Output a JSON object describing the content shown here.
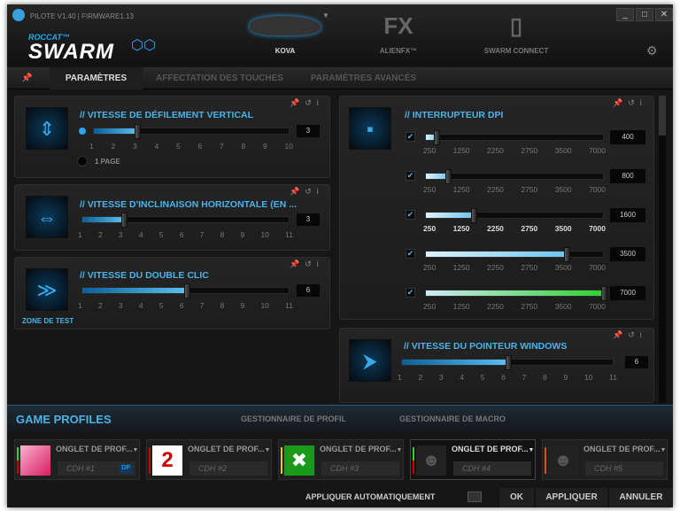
{
  "header": {
    "version": "PILOTE V1.40 | FIRMWARE1.13",
    "logo_top": "ROCCAT™",
    "logo": "SWARM",
    "nav": [
      {
        "label": "KOVA",
        "icon": "mouse-icon"
      },
      {
        "label": "ALIENFX™",
        "icon": "alienfx-icon",
        "logo": "FX"
      },
      {
        "label": "SWARM CONNECT",
        "icon": "phone-icon"
      }
    ]
  },
  "tabs": [
    {
      "label": "PARAMÈTRES",
      "active": true
    },
    {
      "label": "AFFECTATION DES TOUCHES"
    },
    {
      "label": "PARAMÈTRES AVANCÉS"
    }
  ],
  "panels": {
    "vertical": {
      "title": "// VITESSE DE DÉFILEMENT VERTICAL",
      "ticks": [
        "1",
        "2",
        "3",
        "4",
        "5",
        "6",
        "7",
        "8",
        "9",
        "10"
      ],
      "value": 3,
      "option": "1 PAGE"
    },
    "horizontal": {
      "title": "// VITESSE D'INCLINAISON HORIZONTALE (EN ...",
      "ticks": [
        "1",
        "2",
        "3",
        "4",
        "5",
        "6",
        "7",
        "8",
        "9",
        "10",
        "11"
      ],
      "value": 3
    },
    "doubleclick": {
      "title": "// VITESSE DU DOUBLE CLIC",
      "ticks": [
        "1",
        "2",
        "3",
        "4",
        "5",
        "6",
        "7",
        "8",
        "9",
        "10",
        "11"
      ],
      "value": 6,
      "test_zone": "ZONE DE TEST"
    },
    "dpi": {
      "title": "// INTERRUPTEUR DPI",
      "ticks": [
        "250",
        "1250",
        "2250",
        "2750",
        "3500",
        "7000"
      ],
      "levels": [
        {
          "value": 400,
          "checked": true
        },
        {
          "value": 800,
          "checked": true
        },
        {
          "value": 1600,
          "checked": true,
          "active": true
        },
        {
          "value": 3500,
          "checked": true
        },
        {
          "value": 7000,
          "checked": true
        }
      ]
    },
    "pointer": {
      "title": "// VITESSE DU POINTEUR WINDOWS",
      "ticks": [
        "1",
        "2",
        "3",
        "4",
        "5",
        "6",
        "7",
        "8",
        "9",
        "10",
        "11"
      ],
      "value": 6
    }
  },
  "game_profiles": {
    "title": "GAME PROFILES",
    "tabs": [
      "GESTIONNAIRE DE PROFIL",
      "GESTIONNAIRE DE MACRO"
    ],
    "profiles": [
      {
        "name": "ONGLET DE PROF...",
        "slot": "CDH #1",
        "badge": "DP"
      },
      {
        "name": "ONGLET DE PROF...",
        "slot": "CDH #2"
      },
      {
        "name": "ONGLET DE PROF...",
        "slot": "CDH #3"
      },
      {
        "name": "ONGLET DE PROF...",
        "slot": "CDH #4",
        "selected": true
      },
      {
        "name": "ONGLET DE PROF...",
        "slot": "CDH #5"
      }
    ]
  },
  "footer": {
    "auto_apply": "APPLIQUER AUTOMATIQUEMENT",
    "ok": "OK",
    "apply": "APPLIQUER",
    "cancel": "ANNULER"
  },
  "colors": {
    "accent": "#49b3ea",
    "dpi_max": "#2ed12e"
  }
}
